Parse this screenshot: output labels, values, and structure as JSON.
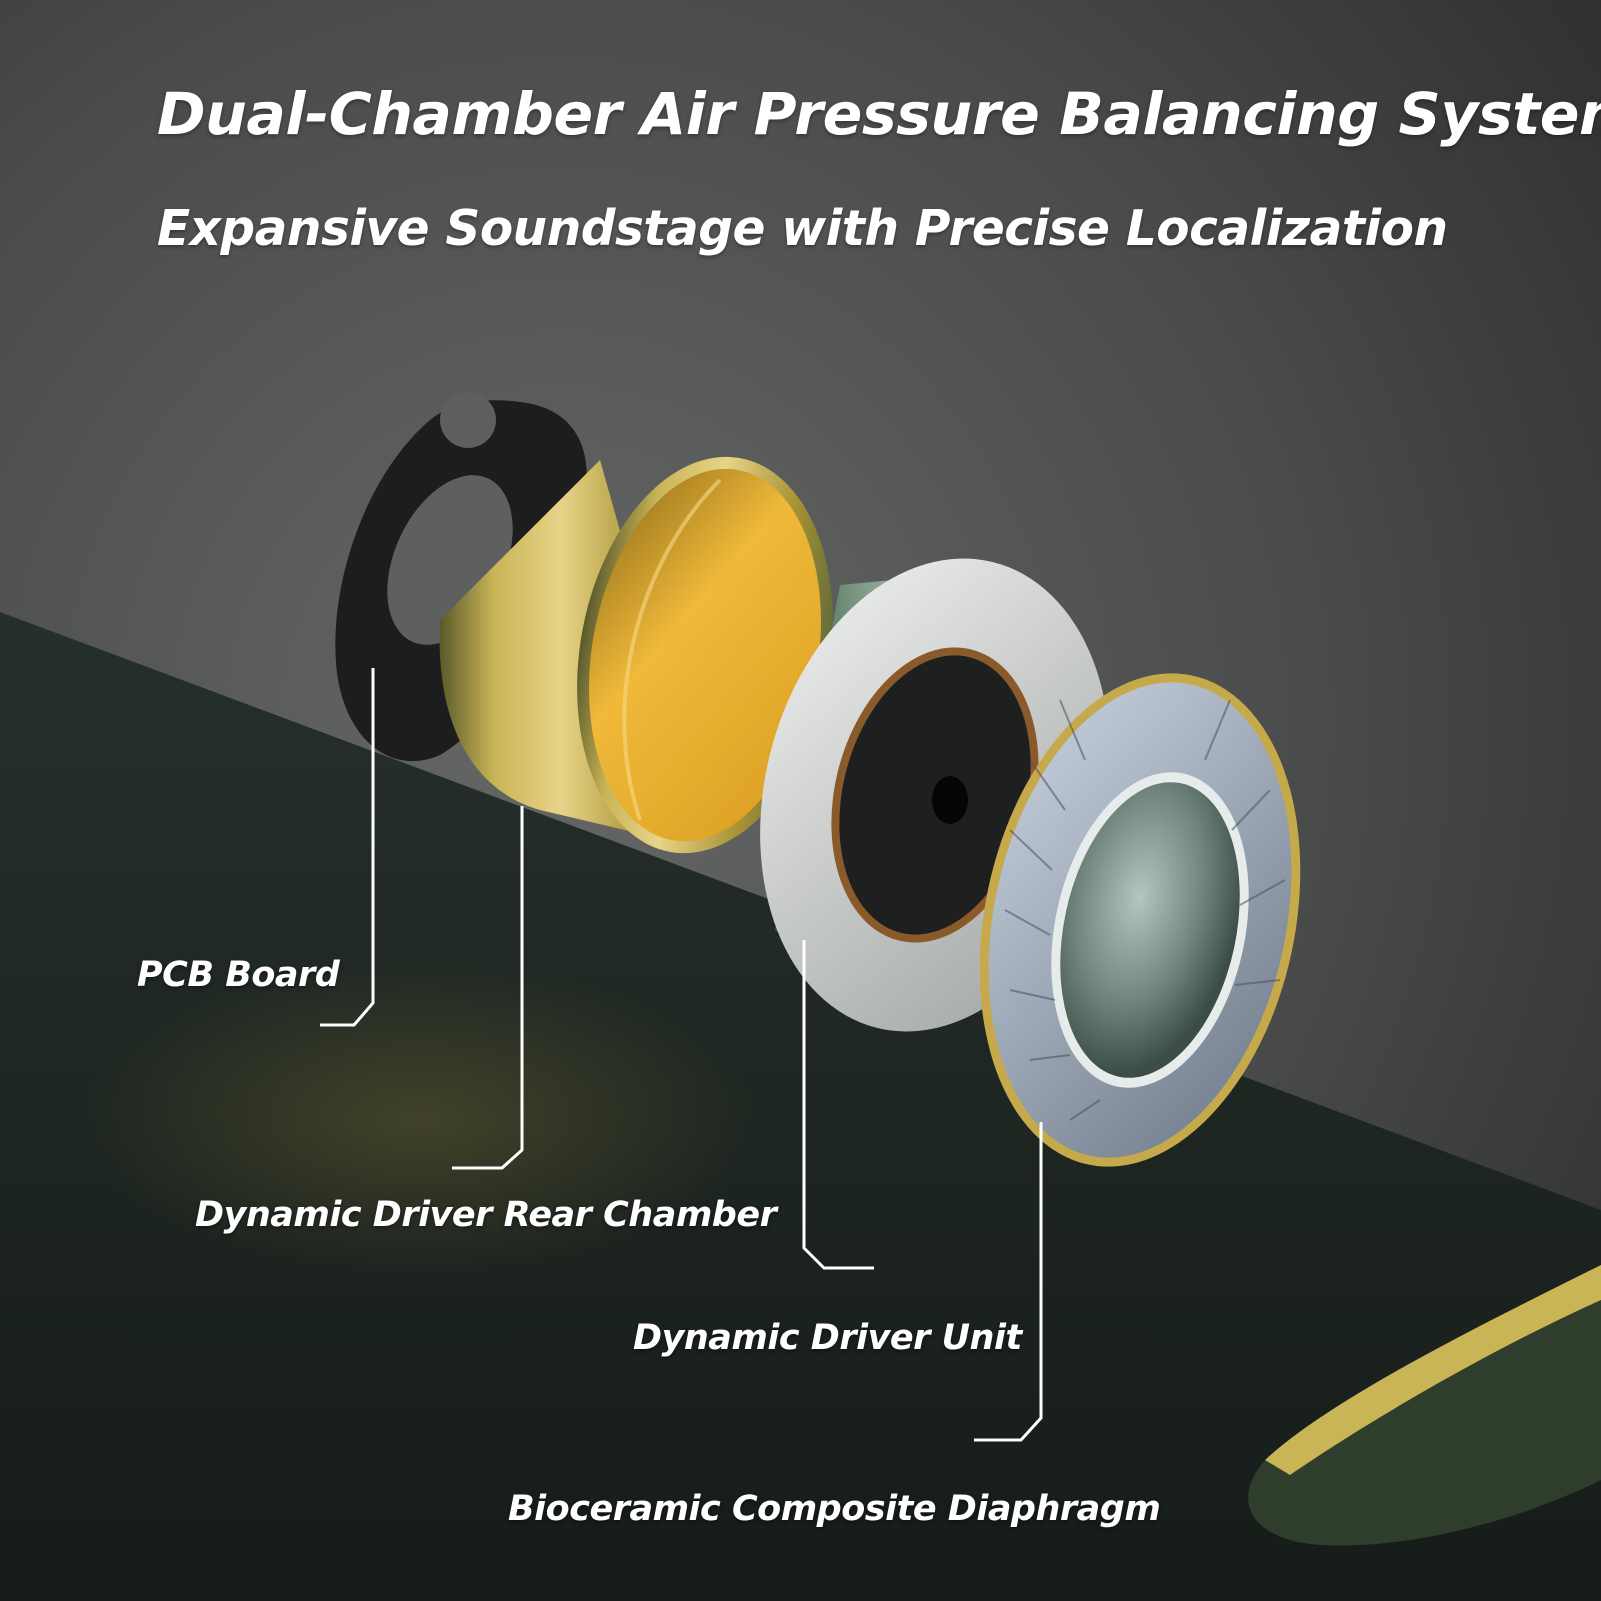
{
  "header": {
    "title": "Dual-Chamber Air Pressure Balancing System",
    "subtitle": "Expansive Soundstage with Precise Localization"
  },
  "labels": {
    "pcb_board": "PCB Board",
    "rear_chamber": "Dynamic Driver Rear Chamber",
    "driver_unit": "Dynamic Driver Unit",
    "diaphragm": "Bioceramic Composite Diaphragm"
  },
  "colors": {
    "background_top": "#555755",
    "background_dark": "#1d2622",
    "gold": "#d4b25a",
    "silver": "#d6d8d6",
    "text": "#ffffff"
  }
}
